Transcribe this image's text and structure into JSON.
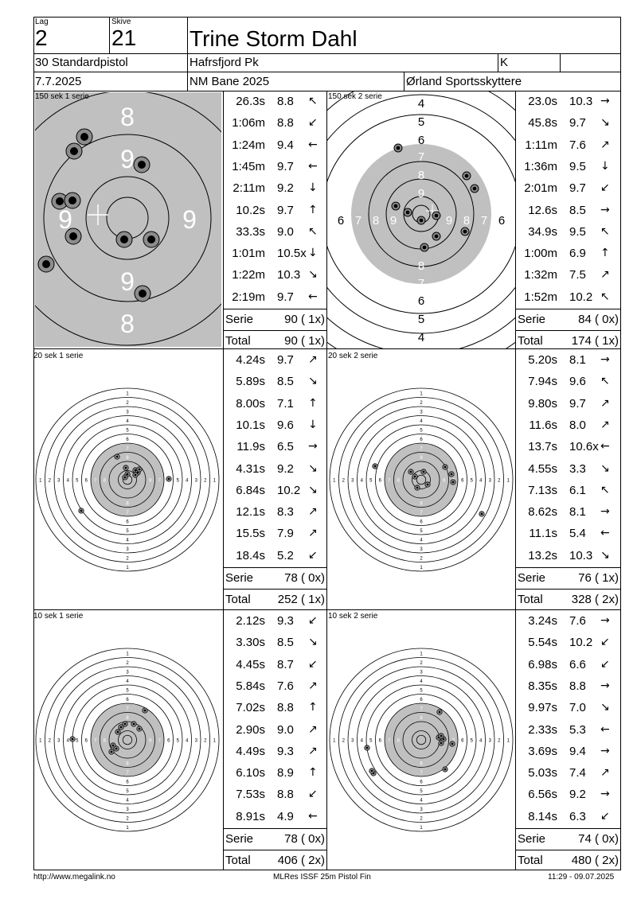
{
  "header": {
    "lag_label": "Lag",
    "lag_value": "2",
    "skive_label": "Skive",
    "skive_value": "21",
    "name": "Trine Storm Dahl",
    "class": "30 Standardpistol",
    "club": "Hafrsfjord Pk",
    "gender": "K",
    "date": "7.7.2025",
    "event": "NM Bane 2025",
    "organizer": "Ørland Sportsskyttere"
  },
  "center_rings": {
    "top_labels": [
      "4",
      "5",
      "6",
      "7",
      "8",
      "9"
    ],
    "bottom_labels": [
      "8",
      "7",
      "6",
      "5",
      "4"
    ],
    "left_labels": [
      "6",
      "7",
      "8",
      "9"
    ],
    "right_labels": [
      "9",
      "8",
      "7",
      "6"
    ]
  },
  "zoom_labels": {
    "top": [
      "8",
      "9"
    ],
    "bottom": [
      "9",
      "8"
    ],
    "left": "9",
    "right": "9"
  },
  "panels": [
    {
      "title": "150 sek 1 serie",
      "shots": [
        {
          "time": "26.3s",
          "score": "8.8",
          "dir": "↖"
        },
        {
          "time": "1:06m",
          "score": "8.8",
          "dir": "↙"
        },
        {
          "time": "1:24m",
          "score": "9.4",
          "dir": "←"
        },
        {
          "time": "1:45m",
          "score": "9.7",
          "dir": "←"
        },
        {
          "time": "2:11m",
          "score": "9.2",
          "dir": "↓"
        },
        {
          "time": "10.2s",
          "score": "9.7",
          "dir": "↑"
        },
        {
          "time": "33.3s",
          "score": "9.0",
          "dir": "↖"
        },
        {
          "time": "1:01m",
          "score": "10.5x",
          "dir": "↓"
        },
        {
          "time": "1:22m",
          "score": "10.3",
          "dir": "↘"
        },
        {
          "time": "2:19m",
          "score": "9.7",
          "dir": "←"
        }
      ],
      "serie_label": "Serie",
      "serie_value": "90 ( 1x)",
      "total_label": "Total",
      "total_value": "90 ( 1x)"
    },
    {
      "title": "150 sek 2 serie",
      "shots": [
        {
          "time": "23.0s",
          "score": "10.3",
          "dir": "→"
        },
        {
          "time": "45.8s",
          "score": "9.7",
          "dir": "↘"
        },
        {
          "time": "1:11m",
          "score": "7.6",
          "dir": "↗"
        },
        {
          "time": "1:36m",
          "score": "9.5",
          "dir": "↓"
        },
        {
          "time": "2:01m",
          "score": "9.7",
          "dir": "↙"
        },
        {
          "time": "12.6s",
          "score": "8.5",
          "dir": "→"
        },
        {
          "time": "34.9s",
          "score": "9.5",
          "dir": "↖"
        },
        {
          "time": "1:00m",
          "score": "6.9",
          "dir": "↑"
        },
        {
          "time": "1:32m",
          "score": "7.5",
          "dir": "↗"
        },
        {
          "time": "1:52m",
          "score": "10.2",
          "dir": "↖"
        }
      ],
      "serie_label": "Serie",
      "serie_value": "84 ( 0x)",
      "total_label": "Total",
      "total_value": "174 ( 1x)"
    },
    {
      "title": "20 sek 1 serie",
      "shots": [
        {
          "time": "4.24s",
          "score": "9.7",
          "dir": "↗"
        },
        {
          "time": "5.89s",
          "score": "8.5",
          "dir": "↘"
        },
        {
          "time": "8.00s",
          "score": "7.1",
          "dir": "↑"
        },
        {
          "time": "10.1s",
          "score": "9.6",
          "dir": "↓"
        },
        {
          "time": "11.9s",
          "score": "6.5",
          "dir": "→"
        },
        {
          "time": "4.31s",
          "score": "9.2",
          "dir": "↘"
        },
        {
          "time": "6.84s",
          "score": "10.2",
          "dir": "↘"
        },
        {
          "time": "12.1s",
          "score": "8.3",
          "dir": "↗"
        },
        {
          "time": "15.5s",
          "score": "7.9",
          "dir": "↗"
        },
        {
          "time": "18.4s",
          "score": "5.2",
          "dir": "↙"
        }
      ],
      "serie_label": "Serie",
      "serie_value": "78 ( 0x)",
      "total_label": "Total",
      "total_value": "252 ( 1x)"
    },
    {
      "title": "20 sek 2 serie",
      "shots": [
        {
          "time": "5.20s",
          "score": "8.1",
          "dir": "→"
        },
        {
          "time": "7.94s",
          "score": "9.6",
          "dir": "↖"
        },
        {
          "time": "9.80s",
          "score": "9.7",
          "dir": "↗"
        },
        {
          "time": "11.6s",
          "score": "8.0",
          "dir": "↗"
        },
        {
          "time": "13.7s",
          "score": "10.6x",
          "dir": "←"
        },
        {
          "time": "4.55s",
          "score": "3.3",
          "dir": "↘"
        },
        {
          "time": "7.13s",
          "score": "6.1",
          "dir": "↖"
        },
        {
          "time": "8.62s",
          "score": "8.1",
          "dir": "→"
        },
        {
          "time": "11.1s",
          "score": "5.4",
          "dir": "←"
        },
        {
          "time": "13.2s",
          "score": "10.3",
          "dir": "↘"
        }
      ],
      "serie_label": "Serie",
      "serie_value": "76 ( 1x)",
      "total_label": "Total",
      "total_value": "328 ( 2x)"
    },
    {
      "title": "10 sek 1 serie",
      "shots": [
        {
          "time": "2.12s",
          "score": "9.3",
          "dir": "↙"
        },
        {
          "time": "3.30s",
          "score": "8.5",
          "dir": "↘"
        },
        {
          "time": "4.45s",
          "score": "8.7",
          "dir": "↙"
        },
        {
          "time": "5.84s",
          "score": "7.6",
          "dir": "↗"
        },
        {
          "time": "7.02s",
          "score": "8.8",
          "dir": "↑"
        },
        {
          "time": "2.90s",
          "score": "9.0",
          "dir": "↗"
        },
        {
          "time": "4.49s",
          "score": "9.3",
          "dir": "↗"
        },
        {
          "time": "6.10s",
          "score": "8.9",
          "dir": "↑"
        },
        {
          "time": "7.53s",
          "score": "8.8",
          "dir": "↙"
        },
        {
          "time": "8.91s",
          "score": "4.9",
          "dir": "←"
        }
      ],
      "serie_label": "Serie",
      "serie_value": "78 ( 0x)",
      "total_label": "Total",
      "total_value": "406 ( 2x)"
    },
    {
      "title": "10 sek 2 serie",
      "shots": [
        {
          "time": "3.24s",
          "score": "7.6",
          "dir": "→"
        },
        {
          "time": "5.54s",
          "score": "10.2",
          "dir": "↙"
        },
        {
          "time": "6.98s",
          "score": "6.6",
          "dir": "↙"
        },
        {
          "time": "8.35s",
          "score": "8.8",
          "dir": "→"
        },
        {
          "time": "9.97s",
          "score": "7.0",
          "dir": "↘"
        },
        {
          "time": "2.33s",
          "score": "5.3",
          "dir": "←"
        },
        {
          "time": "3.69s",
          "score": "9.4",
          "dir": "→"
        },
        {
          "time": "5.03s",
          "score": "7.4",
          "dir": "↗"
        },
        {
          "time": "6.56s",
          "score": "9.2",
          "dir": "→"
        },
        {
          "time": "8.14s",
          "score": "6.3",
          "dir": "↙"
        }
      ],
      "serie_label": "Serie",
      "serie_value": "74 ( 0x)",
      "total_label": "Total",
      "total_value": "480 ( 2x)"
    }
  ],
  "footer": {
    "left": "http://www.megalink.no",
    "center": "MLRes ISSF 25m Pistol Fin",
    "right": "11:29 - 09.07.2025"
  }
}
